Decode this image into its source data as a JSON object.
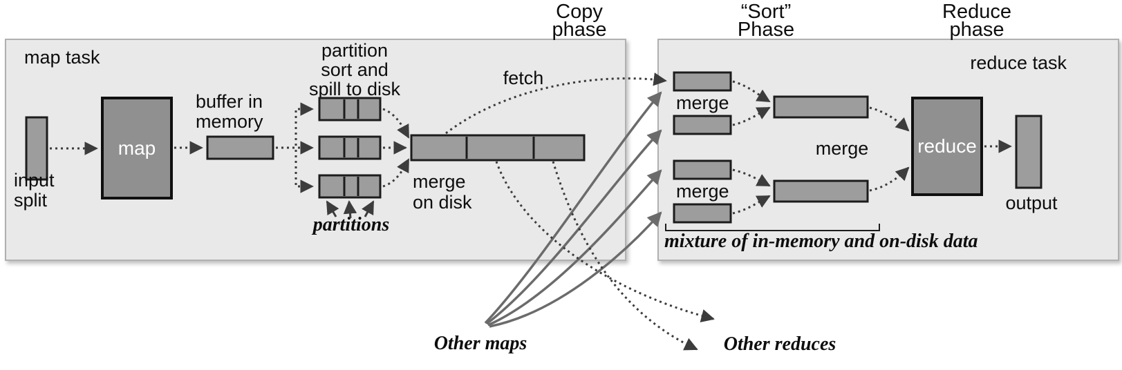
{
  "panels": {
    "map_task": "map task",
    "reduce_task": "reduce task"
  },
  "phases": {
    "copy": [
      "Copy",
      "phase"
    ],
    "sort": [
      "“Sort”",
      "Phase"
    ],
    "reduce": [
      "Reduce",
      "phase"
    ]
  },
  "map_side": {
    "input_split": [
      "input",
      "split"
    ],
    "map_label": "map",
    "buffer": [
      "buffer in",
      "memory"
    ],
    "spill_caption": [
      "partition",
      "sort and",
      "spill to disk"
    ],
    "partitions_label": "partitions",
    "merge_on_disk": [
      "merge",
      "on disk"
    ],
    "fetch_label": "fetch"
  },
  "reduce_side": {
    "merge_upper": "merge",
    "merge_lower": "merge",
    "merge_final": "merge",
    "reduce_label": "reduce",
    "output_label": "output",
    "mixture_caption": "mixture of in-memory and on-disk data"
  },
  "annotations": {
    "other_maps": "Other maps",
    "other_reduces": "Other reduces"
  },
  "colors": {
    "panel_bg": "#e9e9e9",
    "box_fill": "#9d9d9d",
    "box_stroke": "#1c1c1c",
    "dark_box_fill": "#909090",
    "arrow_dark": "#3c3c3c",
    "arrow_gray": "#6b6b6b",
    "text": "#0d0d0d"
  }
}
